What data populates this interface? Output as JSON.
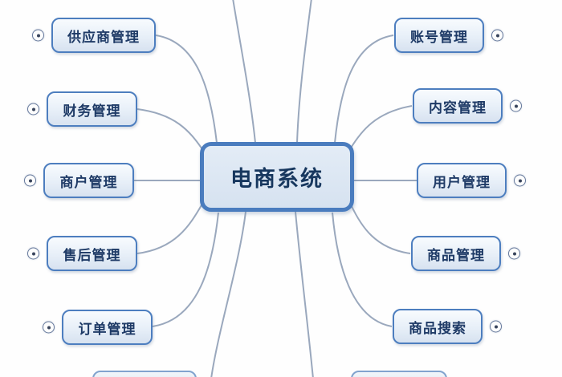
{
  "diagram": {
    "center": {
      "label": "电商系统"
    },
    "left_nodes": [
      {
        "label": "供应商管理"
      },
      {
        "label": "财务管理"
      },
      {
        "label": "商户管理"
      },
      {
        "label": "售后管理"
      },
      {
        "label": "订单管理"
      }
    ],
    "right_nodes": [
      {
        "label": "账号管理"
      },
      {
        "label": "内容管理"
      },
      {
        "label": "用户管理"
      },
      {
        "label": "商品管理"
      },
      {
        "label": "商品搜索"
      }
    ],
    "icons": {
      "expander": "circled-dot collapse toggle"
    },
    "colors": {
      "node_border": "#4d7ebf",
      "node_fill_top": "#f8fbfe",
      "node_fill_bottom": "#d7e2f0",
      "center_border": "#4a7cbe",
      "center_fill": "#dae5f1",
      "text": "#1e3a66",
      "connector": "#9aa8bd",
      "background": "#fefefe"
    }
  }
}
